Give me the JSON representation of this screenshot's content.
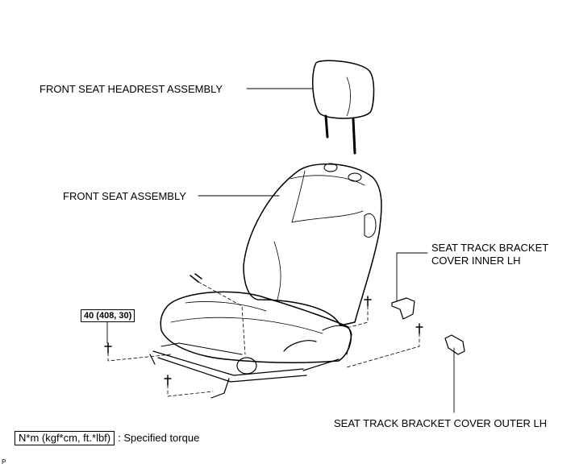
{
  "labels": {
    "headrest": "FRONT SEAT HEADREST ASSEMBLY",
    "seat": "FRONT SEAT ASSEMBLY",
    "inner_cover_line1": "SEAT TRACK BRACKET",
    "inner_cover_line2": "COVER INNER LH",
    "outer_cover": "SEAT TRACK BRACKET COVER OUTER LH"
  },
  "torque": {
    "value": "40 (408, 30)"
  },
  "legend": {
    "units": "N*m (kgf*cm, ft.*lbf)",
    "description": ": Specified torque"
  },
  "corner_mark": "P"
}
